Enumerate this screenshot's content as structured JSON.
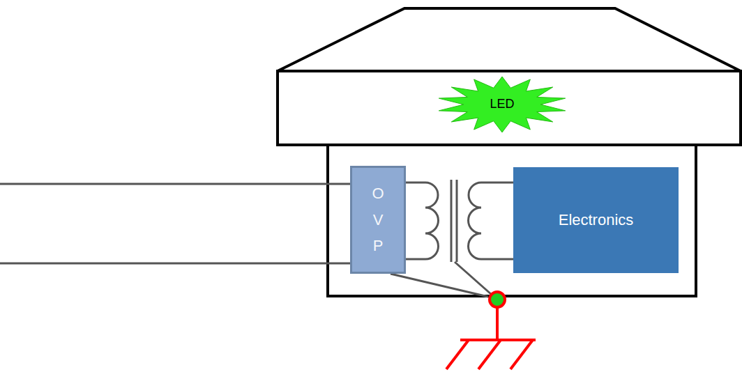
{
  "diagram": {
    "nodes": [
      {
        "text": [
          "LED"
        ]
      },
      {
        "text": [
          "O V P"
        ]
      },
      {
        "text": [
          "Electronics"
        ]
      }
    ]
  }
}
